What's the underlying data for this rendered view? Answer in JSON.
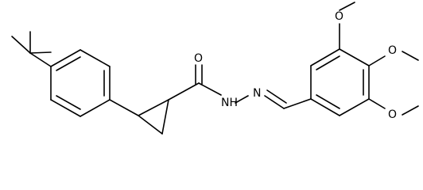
{
  "molecule": {
    "atom_labels": {
      "carbonyl_oxygen": "O",
      "amide_nh": "NH",
      "imine_n": "N",
      "methoxy_oxygen_top": "O",
      "methoxy_oxygen_mid": "O",
      "methoxy_oxygen_bottom": "O"
    }
  }
}
